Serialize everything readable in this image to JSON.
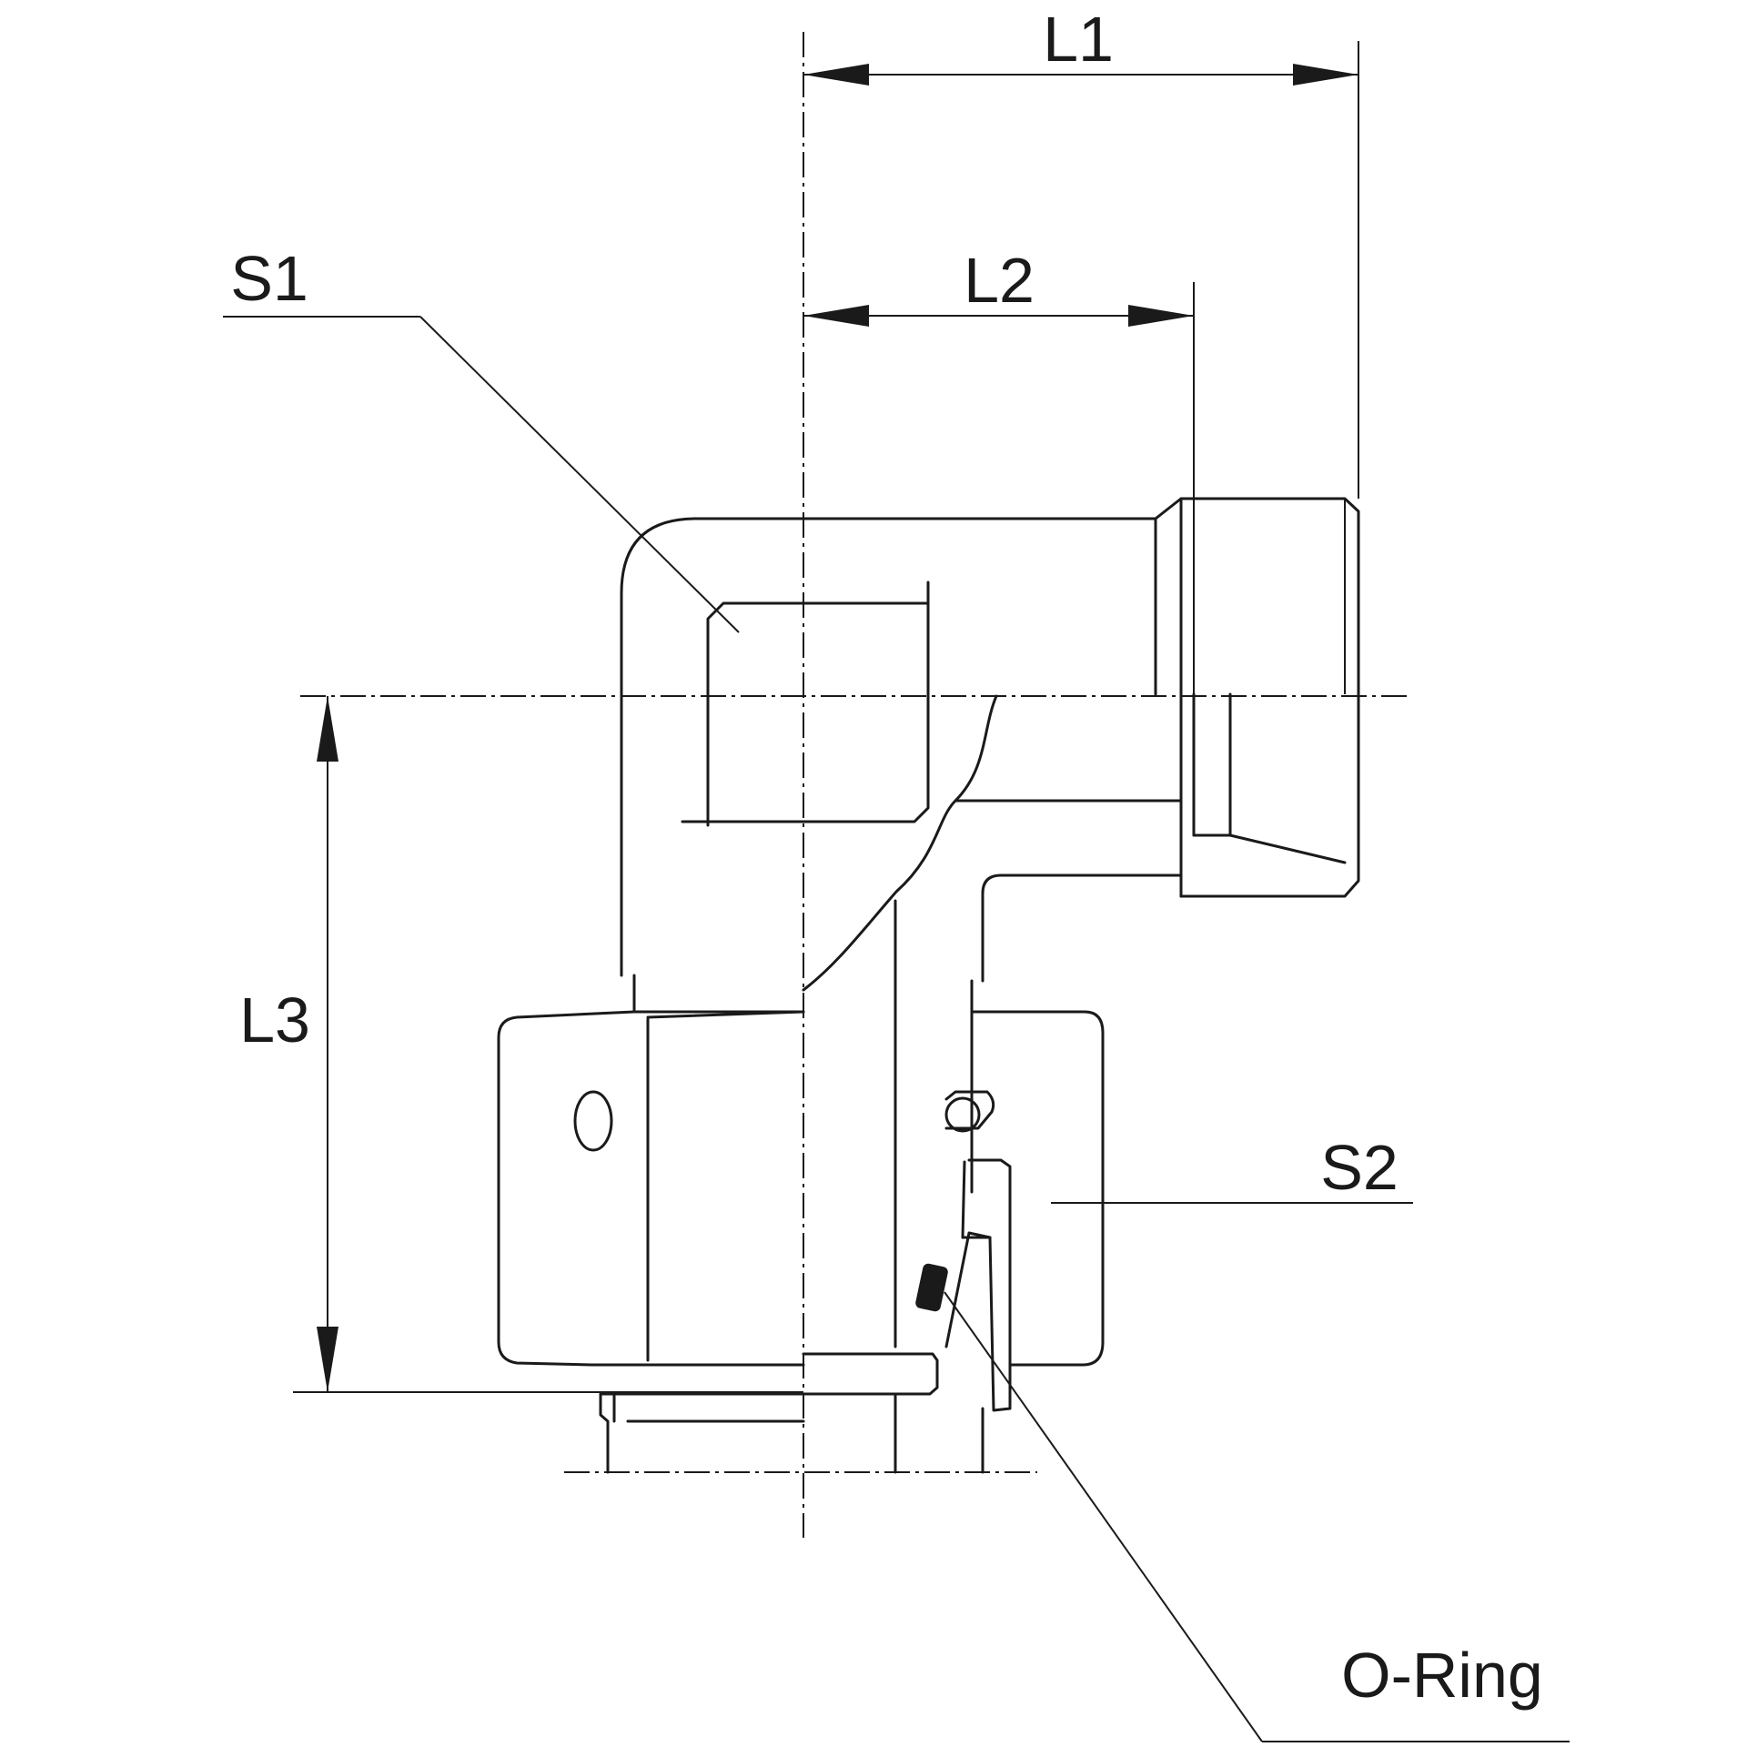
{
  "labels": {
    "l1": "L1",
    "l2": "L2",
    "l3": "L3",
    "s1": "S1",
    "s2": "S2",
    "oring": "O-Ring"
  },
  "colors": {
    "line": "#1a1a1a",
    "background": "#ffffff"
  }
}
